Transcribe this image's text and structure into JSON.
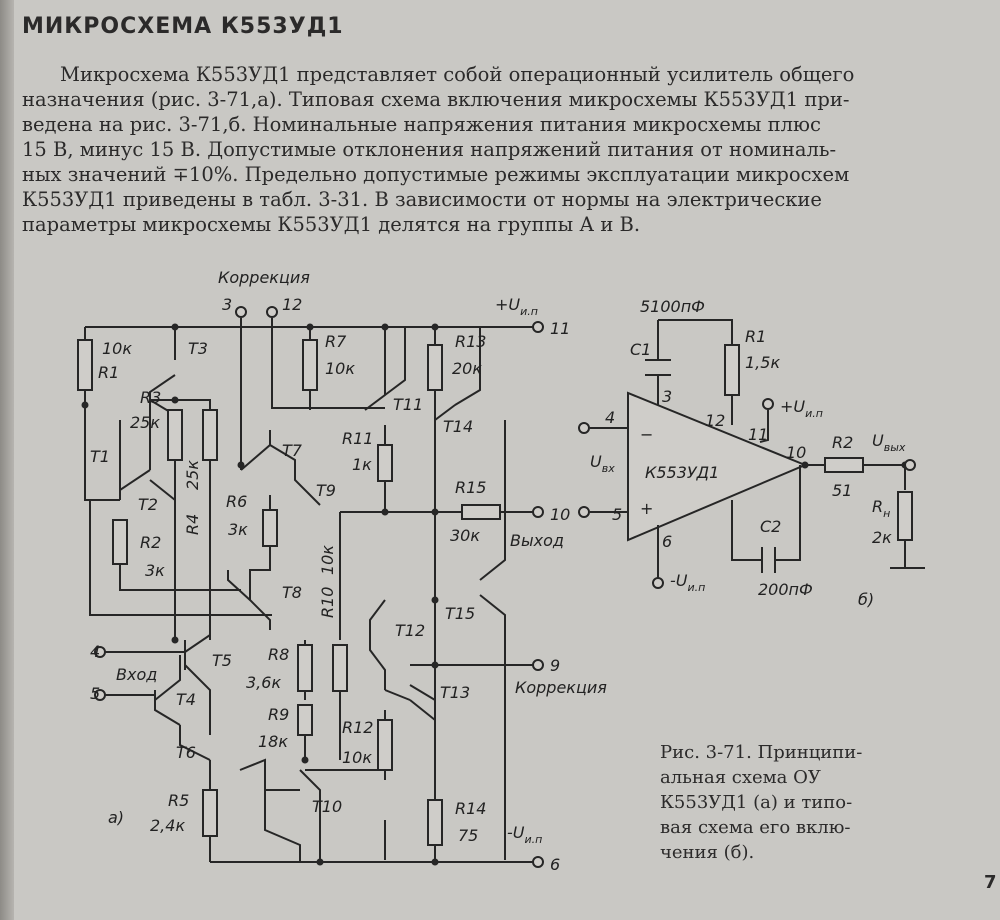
{
  "heading": "МИКРОСХЕМА К553УД1",
  "paragraph_lines": [
    "Микросхема К553УД1 представляет собой операционный усилитель общего",
    "назначения (рис. 3-71,а). Типовая схема включения микросхемы К553УД1 при-",
    "ведена на рис. 3-71,б. Номинальные напряжения питания микросхемы плюс",
    "15 В, минус 15 В. Допустимые отклонения напряжений питания от номиналь-",
    "ных значений ∓10%. Предельно допустимые режимы эксплуатации микросхем",
    "К553УД1 приведены в табл. 3-31. В зависимости от нормы на электрические",
    "параметры микросхемы К553УД1 делятся на группы А и В."
  ],
  "schematic_a": {
    "correction_top": "Коррекция",
    "pin3": "3",
    "pin12": "12",
    "vplus": "+U",
    "vplus_sub": "и.п",
    "pin11": "11",
    "r1_value": "10к",
    "r1_name": "R1",
    "t3": "T3",
    "r3_name": "R3",
    "r3_value": "25к",
    "t1": "T1",
    "t2": "T2",
    "r2_name": "R2",
    "r2_value": "3к",
    "r4_name": "R4",
    "r4_value": "25к",
    "r7_name": "R7",
    "r7_value": "10к",
    "t7": "T7",
    "r6_name": "R6",
    "r6_value": "3к",
    "t9": "T9",
    "t8": "T8",
    "r11_name": "R11",
    "r11_value": "1к",
    "t11": "T11",
    "r13_name": "R13",
    "r13_value": "20к",
    "t14": "T14",
    "r15_name": "R15",
    "r15_value": "30к",
    "pin10": "10",
    "out_label": "Выход",
    "r10_name": "R10",
    "r10_value": "10к",
    "t12": "T12",
    "t15": "T15",
    "pin9": "9",
    "correction_bottom": "Коррекция",
    "t13": "T13",
    "pin4": "4",
    "pin5": "5",
    "in_label": "Вход",
    "t5": "T5",
    "t4": "T4",
    "t6": "T6",
    "r8_name": "R8",
    "r8_value": "3,6к",
    "r9_name": "R9",
    "r9_value": "18к",
    "r12_name": "R12",
    "r12_value": "10к",
    "r5_name": "R5",
    "r5_value": "2,4к",
    "t10": "T10",
    "r14_name": "R14",
    "r14_value": "75",
    "vminus": "-U",
    "vminus_sub": "и.п",
    "pin6": "6",
    "label_a": "а)"
  },
  "schematic_b": {
    "c1_value": "5100пФ",
    "c1_name": "C1",
    "r1_name": "R1",
    "r1_value": "1,5к",
    "pin3": "3",
    "pin12": "12",
    "vplus": "+U",
    "vplus_sub": "и.п",
    "pin11": "11",
    "pin4": "4",
    "uin": "U",
    "uin_sub": "вх",
    "chip": "К553УД1",
    "minus_sign": "−",
    "plus_sign": "+",
    "pin10": "10",
    "r2_name": "R2",
    "r2_value": "51",
    "uout": "U",
    "uout_sub": "вых",
    "rl_name": "R",
    "rl_sub": "н",
    "rl_value": "2к",
    "pin5": "5",
    "pin6": "6",
    "c2_name": "C2",
    "vminus": "-U",
    "vminus_sub": "и.п",
    "c2_value": "200пФ",
    "label_b": "б)"
  },
  "caption_lines": [
    "Рис. 3-71. Принципи-",
    "альная схема ОУ",
    "К553УД1 (а) и типо-",
    "вая схема его вклю-",
    "чения (б)."
  ],
  "page_number": "7"
}
